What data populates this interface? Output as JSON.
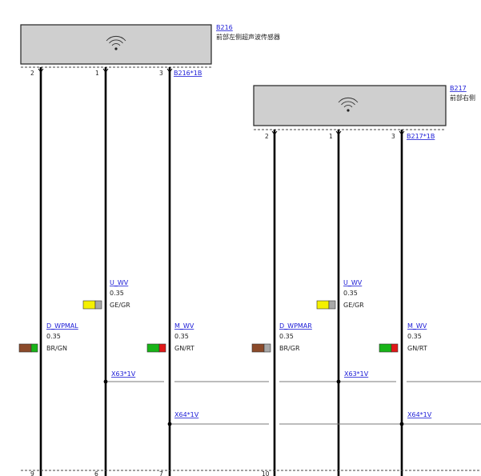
{
  "components": [
    {
      "id": "B216",
      "label": "B216",
      "name": "前部左侧超声波传感器",
      "connector": "B216*1B",
      "pins": [
        "2",
        "1",
        "3"
      ]
    },
    {
      "id": "B217",
      "label": "B217",
      "name": "前部右侧",
      "connector": "B217*1B",
      "pins": [
        "2",
        "1",
        "3"
      ]
    }
  ],
  "wires": [
    {
      "signal": "D_WPMAL",
      "size": "0.35",
      "color_code": "BR/GN",
      "swatch": [
        "#8b4a2a",
        "#18b418"
      ]
    },
    {
      "signal": "U_WV",
      "size": "0.35",
      "color_code": "GE/GR",
      "swatch": [
        "#f5f000",
        "#a8a8a8"
      ]
    },
    {
      "signal": "M_WV",
      "size": "0.35",
      "color_code": "GN/RT",
      "swatch": [
        "#18b418",
        "#e01818"
      ]
    },
    {
      "signal": "D_WPMAR",
      "size": "0.35",
      "color_code": "BR/GR",
      "swatch": [
        "#8b4a2a",
        "#a8a8a8"
      ]
    },
    {
      "signal": "U_WV",
      "size": "0.35",
      "color_code": "GE/GR",
      "swatch": [
        "#f5f000",
        "#a8a8a8"
      ]
    },
    {
      "signal": "M_WV",
      "size": "0.35",
      "color_code": "GN/RT",
      "swatch": [
        "#18b418",
        "#e01818"
      ]
    }
  ],
  "buses": [
    {
      "label": "X63*1V"
    },
    {
      "label": "X64*1V"
    },
    {
      "label": "X63*1V"
    },
    {
      "label": "X64*1V"
    }
  ],
  "bottom_pins": [
    "9",
    "6",
    "7",
    "10"
  ],
  "icons": {
    "sensor": "wireless-signal-icon"
  }
}
